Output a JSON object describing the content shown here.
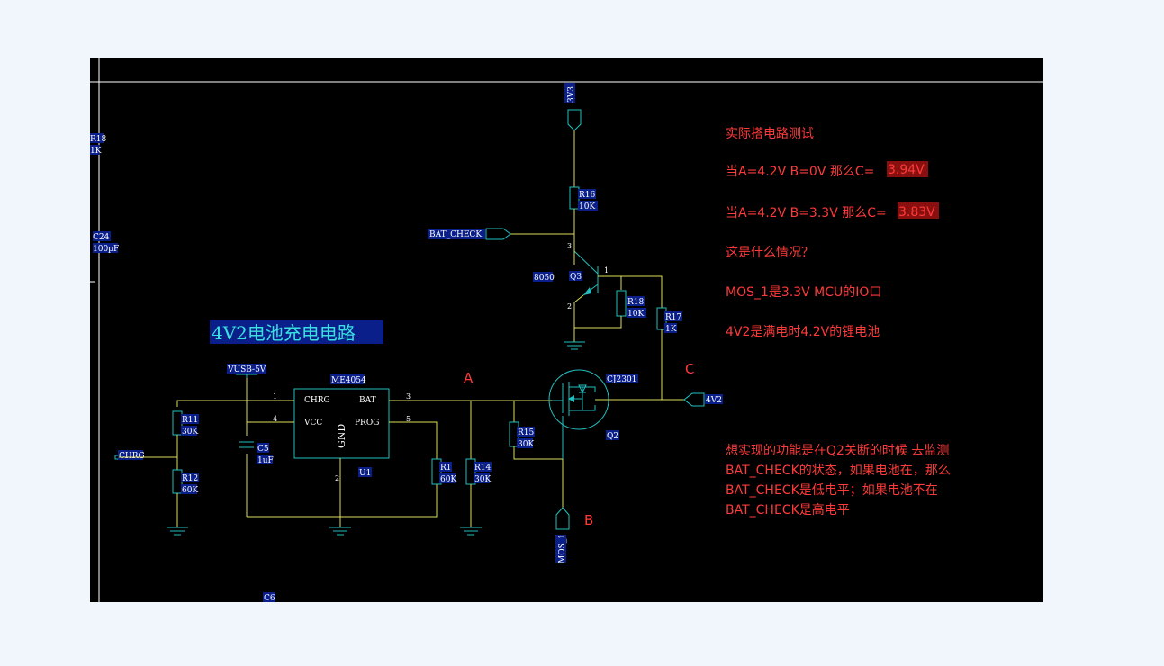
{
  "schematic": {
    "title": "4V2电池充电电路",
    "nets": {
      "v3v3": "3V3",
      "bat_check": "BAT_CHECK",
      "vusb": "VUSB-5V",
      "out_4v2": "4V2",
      "chrg": "CHRG",
      "mos1": "MOS_1"
    },
    "components": {
      "r16": {
        "ref": "R16",
        "value": "10K"
      },
      "r18a": {
        "ref": "R18",
        "value": "10K"
      },
      "r17": {
        "ref": "R17",
        "value": "1K"
      },
      "q3": {
        "ref": "Q3",
        "value": "8050"
      },
      "q2": {
        "ref": "Q2",
        "value": "CJ2301"
      },
      "u1": {
        "ref": "U1",
        "value": "ME4054"
      },
      "r11": {
        "ref": "R11",
        "value": "30K"
      },
      "r12": {
        "ref": "R12",
        "value": "60K"
      },
      "c5": {
        "ref": "C5",
        "value": "1uF"
      },
      "r1": {
        "ref": "R1",
        "value": "60K"
      },
      "r14": {
        "ref": "R14",
        "value": "30K"
      },
      "r15": {
        "ref": "R15",
        "value": "30K"
      },
      "r18b": {
        "ref": "R18",
        "value": "1K"
      },
      "c24": {
        "ref": "C24",
        "value": "100pF"
      },
      "c6": {
        "ref": "C6"
      }
    },
    "u1_pins": {
      "chrg": "CHRG",
      "vcc": "VCC",
      "gnd": "GND",
      "bat": "BAT",
      "prog": "PROG",
      "n1": "1",
      "n4": "4",
      "n2": "2",
      "n3": "3",
      "n5": "5"
    },
    "q3_pins": {
      "p1": "1",
      "p2": "2",
      "p3": "3"
    },
    "nodes": {
      "a": "A",
      "b": "B",
      "c": "C"
    }
  },
  "notes": {
    "heading": "实际搭电路测试",
    "case1_prefix": "当A=4.2V B=0V 那么C=",
    "case1_value": "3.94V",
    "case2_prefix": "当A=4.2V B=3.3V 那么C=",
    "case2_value": "3.83V",
    "question": "这是什么情况？",
    "mos1_desc": "MOS_1是3.3V MCU的IO口",
    "bat_desc": "4V2是满电时4.2V的锂电池",
    "goal_lines": [
      "想实现的功能是在Q2关断的时候  去监测",
      "BAT_CHECK的状态，如果电池在，那么",
      "BAT_CHECK是低电平；如果电池不在",
      "BAT_CHECK是高电平"
    ]
  },
  "colors": {
    "wire": "#dede5a",
    "part": "#1fbfbf",
    "note": "#ff3a3a",
    "background": "#000000"
  }
}
